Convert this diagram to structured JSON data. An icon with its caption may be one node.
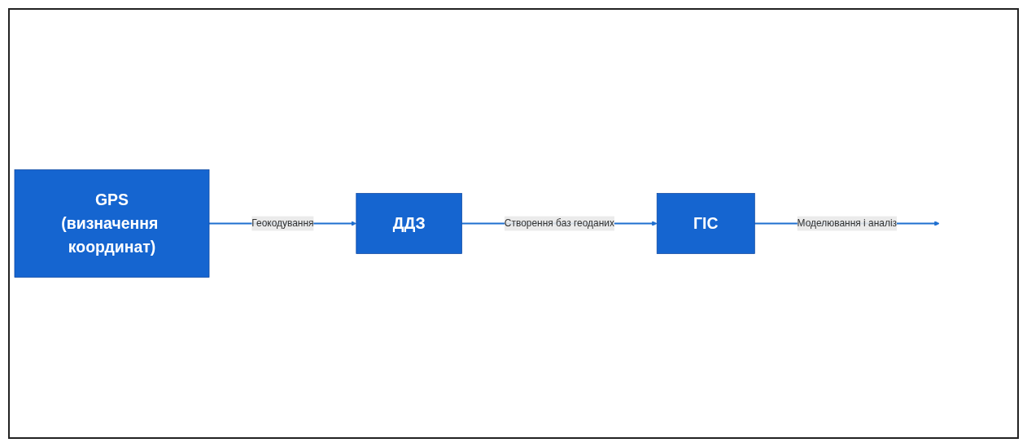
{
  "diagram": {
    "nodes": [
      {
        "text": [
          "GPS",
          "(визначення координат)"
        ]
      },
      {
        "text": [
          "ДДЗ"
        ]
      },
      {
        "text": [
          "ГІС"
        ]
      }
    ],
    "edges": [
      {
        "from": 0,
        "to": 1,
        "arrow": "to",
        "label": "Геокодування"
      },
      {
        "from": 1,
        "to": 2,
        "arrow": "to",
        "label": "Створення баз геоданих"
      },
      {
        "from": 2,
        "to": null,
        "arrow": "to",
        "label": "Моделювання і аналіз"
      }
    ]
  }
}
